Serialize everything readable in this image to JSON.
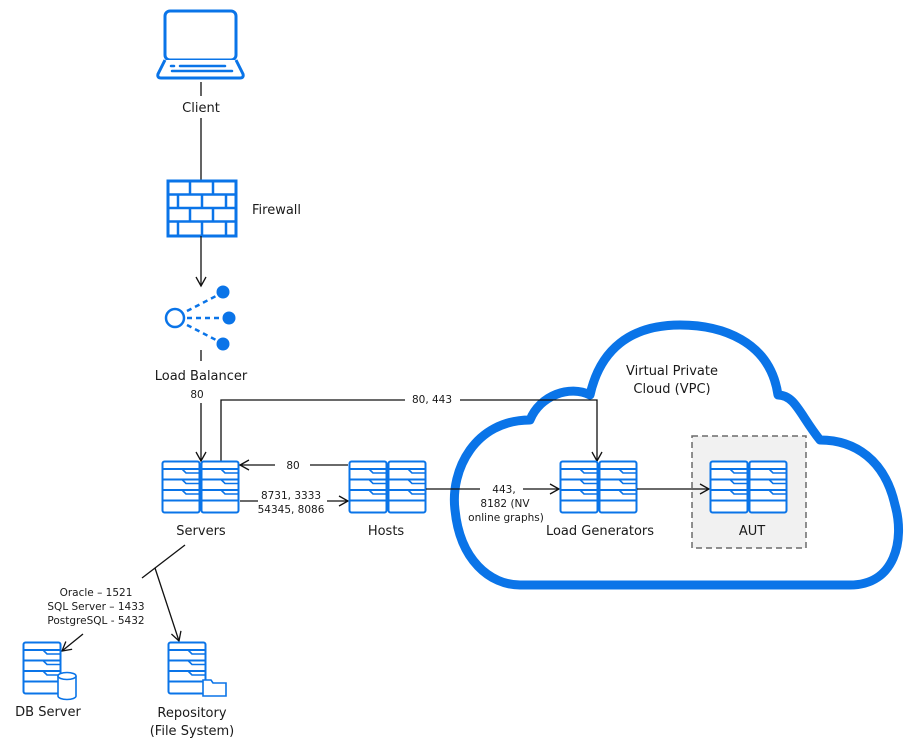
{
  "colors": {
    "accent": "#0a74e8",
    "line": "#111111",
    "aut_box_fill": "#f1f1f1",
    "aut_box_border": "#6b6b6b"
  },
  "nodes": {
    "client": {
      "label": "Client",
      "icon": "laptop-icon"
    },
    "firewall": {
      "label": "Firewall",
      "icon": "brick-wall-icon"
    },
    "load_balancer": {
      "label": "Load Balancer",
      "icon": "load-balancer-icon"
    },
    "servers": {
      "label": "Servers",
      "icon": "server-rack-icon"
    },
    "hosts": {
      "label": "Hosts",
      "icon": "server-rack-icon"
    },
    "load_generators": {
      "label": "Load Generators",
      "icon": "server-rack-icon"
    },
    "aut": {
      "label": "AUT",
      "icon": "server-rack-icon"
    },
    "db_server": {
      "label": "DB Server",
      "icon": "database-server-icon"
    },
    "repository": {
      "label_line1": "Repository",
      "label_line2": "(File System)",
      "icon": "file-server-icon"
    },
    "vpc": {
      "label_line1": "Virtual Private",
      "label_line2": "Cloud (VPC)",
      "icon": "cloud-icon"
    }
  },
  "edges": {
    "lb_to_servers": {
      "label": "80"
    },
    "servers_to_loadgen": {
      "label": "80, 443"
    },
    "hosts_to_servers": {
      "label": "80"
    },
    "servers_to_hosts": {
      "label_line1": "8731, 3333",
      "label_line2": "54345, 8086"
    },
    "hosts_to_loadgen": {
      "label_line1": "443,",
      "label_line2": "8182 (NV",
      "label_line3": "online graphs)"
    },
    "servers_to_db": {
      "label_line1": "Oracle – 1521",
      "label_line2": "SQL Server – 1433",
      "label_line3": "PostgreSQL - 5432"
    }
  }
}
